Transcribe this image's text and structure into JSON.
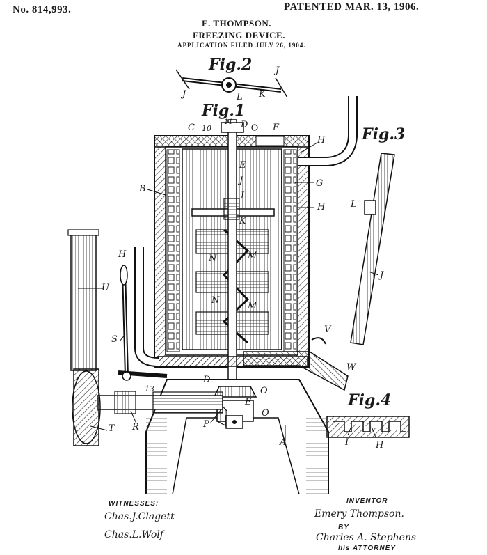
{
  "header": {
    "patent_number": "No. 814,993.",
    "patent_date": "PATENTED MAR. 13, 1906.",
    "inventor_name": "E. THOMPSON.",
    "title": "FREEZING DEVICE.",
    "application": "APPLICATION FILED JULY 26, 1904."
  },
  "figures": {
    "fig1": "Fig.1",
    "fig2": "Fig.2",
    "fig3": "Fig.3",
    "fig4": "Fig.4"
  },
  "fig1_refs": {
    "C": "C",
    "n10": "10",
    "n11": "11",
    "D": "D",
    "F": "F",
    "H_top": "H",
    "E_top": "E",
    "J": "J",
    "G": "G",
    "B": "B",
    "L": "L",
    "H_right": "H",
    "K": "K",
    "N1": "N",
    "M1": "M",
    "N2": "N",
    "M2": "M",
    "V": "V",
    "W": "W",
    "O1": "O",
    "O2": "O",
    "E_low": "E",
    "P": "P",
    "A": "A",
    "D_low": "D",
    "H_left": "H",
    "U": "U",
    "S": "S",
    "n13": "13",
    "T": "T",
    "R": "R"
  },
  "fig2_refs": {
    "J_left": "J",
    "J_right": "J",
    "L": "L",
    "K": "K"
  },
  "fig3_refs": {
    "L": "L",
    "J": "J"
  },
  "fig4_refs": {
    "I": "I",
    "H": "H"
  },
  "footer": {
    "witnesses_label": "WITNESSES:",
    "witness1": "Chas.J.Clagett",
    "witness2": "Chas.L.Wolf",
    "inventor_label": "INVENTOR",
    "inventor_signature": "Emery Thompson.",
    "by_label": "BY",
    "attorney_signature": "Charles A. Stephens",
    "attorney_label": "his ATTORNEY"
  }
}
